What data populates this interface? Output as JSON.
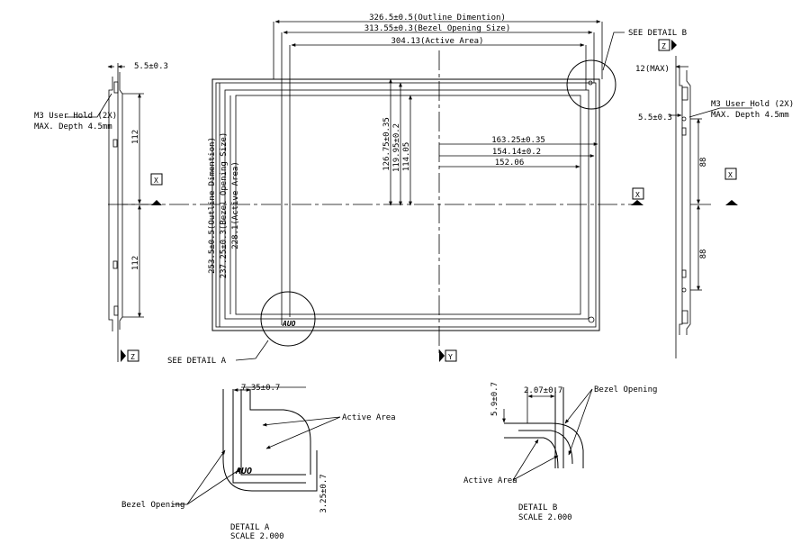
{
  "front": {
    "outline_dimension_h": "326.5±0.5(Outline Dimention)",
    "bezel_opening_h": "313.55±0.3(Bezel Opening Size)",
    "active_area_h": "304.13(Active Area)",
    "outline_dimension_v": "253.5±0.5(Outline Dimention)",
    "bezel_opening_v": "237.25±0.3(Bezel Opening Size)",
    "active_area_v": "228.1(Active Area)",
    "half_outline_v": "126.75±0.35",
    "half_bezel_v": "119.95±0.2",
    "half_active_v": "114.05",
    "half_outline_h": "163.25±0.35",
    "half_bezel_h": "154.14±0.2",
    "half_active_h": "152.06",
    "see_detail_a": "SEE DETAIL  A",
    "see_detail_b": "SEE DETAIL  B",
    "x_marker": "X",
    "y_marker": "Y",
    "logo": "AUO"
  },
  "left_side": {
    "thickness": "5.5±0.3",
    "hole_note_line1": "M3 User Hold (2X)",
    "hole_note_line2": "MAX. Depth 4.5mm",
    "upper_dim": "112",
    "lower_dim": "112",
    "x_marker": "X",
    "z_marker": "Z"
  },
  "right_side": {
    "max_thickness": "12(MAX)",
    "thickness": "5.5±0.3",
    "hole_note_line1": "M3 User Hold (2X)",
    "hole_note_line2": "MAX. Depth 4.5mm",
    "upper_dim": "88",
    "lower_dim": "88",
    "x_marker": "X",
    "z_marker": "Z"
  },
  "detail_a": {
    "dim_top": "7.35±0.7",
    "dim_side": "3.25±0.7",
    "active_area_label": "Active Area",
    "bezel_opening_label": "Bezel Opening",
    "title": "DETAIL   A",
    "scale": "SCALE   2.000",
    "logo": "AUO"
  },
  "detail_b": {
    "dim_top": "2.07±0.7",
    "dim_side": "5.9±0.7",
    "active_area_label": "Active Area",
    "bezel_opening_label": "Bezel Opening",
    "title": "DETAIL   B",
    "scale": "SCALE   2.000"
  }
}
